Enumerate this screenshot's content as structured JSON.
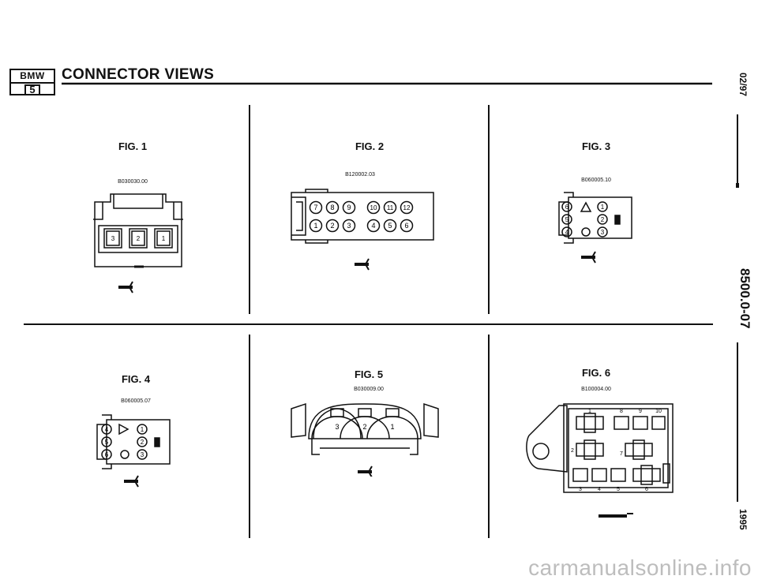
{
  "logo": {
    "brand": "BMW",
    "series": "5"
  },
  "page": {
    "title": "CONNECTOR VIEWS"
  },
  "margin": {
    "date": "02/97",
    "doc_number": "8500.0-07",
    "year": "1995"
  },
  "figures": [
    {
      "label": "FIG. 1",
      "code": "B030030.00",
      "pins": [
        "3",
        "2",
        "1"
      ]
    },
    {
      "label": "FIG. 2",
      "code": "B120002.03",
      "pins_top": [
        "7",
        "8",
        "9",
        "10",
        "11",
        "12"
      ],
      "pins_bottom": [
        "1",
        "2",
        "3",
        "4",
        "5",
        "6"
      ]
    },
    {
      "label": "FIG. 3",
      "code": "B060005.10",
      "pins": [
        "6",
        "1",
        "5",
        "2",
        "4",
        "3"
      ]
    },
    {
      "label": "FIG. 4",
      "code": "B060005.07",
      "pins": [
        "4",
        "1",
        "5",
        "2",
        "6",
        "3"
      ]
    },
    {
      "label": "FIG. 5",
      "code": "B030009.00",
      "pins": [
        "3",
        "2",
        "1"
      ]
    },
    {
      "label": "FIG. 6",
      "code": "B100004.00",
      "pins_top": [
        "1",
        "8",
        "9",
        "10"
      ],
      "pins_mid": [
        "2",
        "7"
      ],
      "pins_bottom": [
        "3",
        "4",
        "5",
        "6"
      ]
    }
  ],
  "watermark": "carmanualsonline.info"
}
